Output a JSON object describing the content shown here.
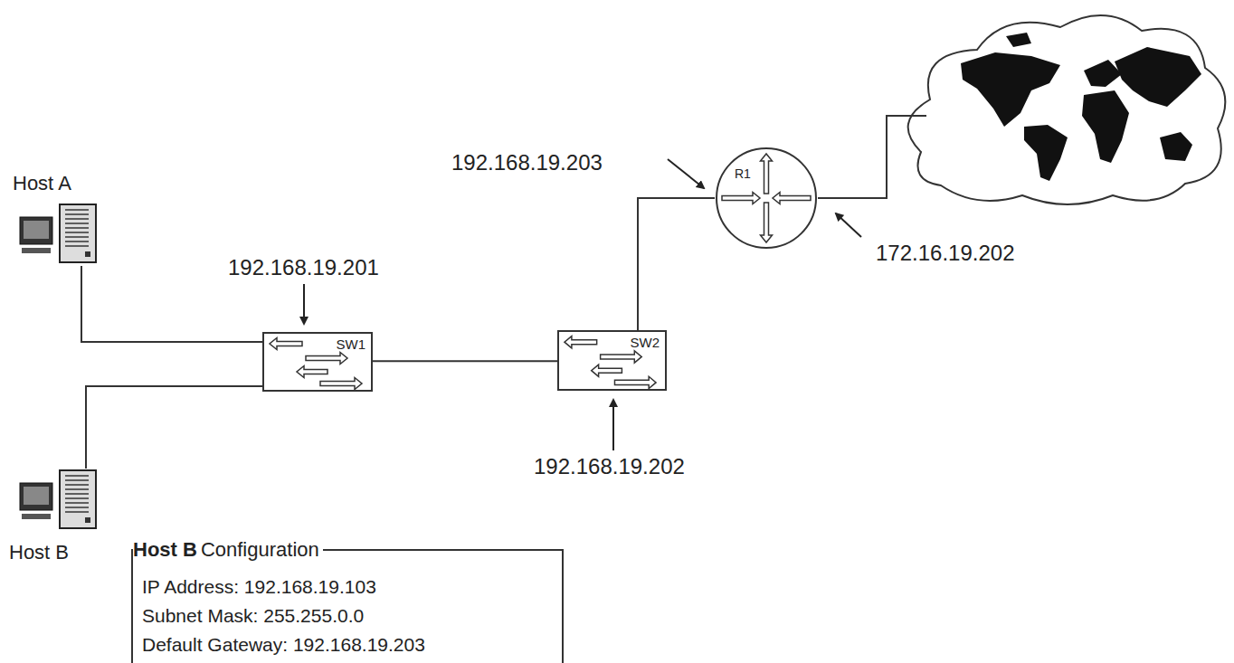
{
  "diagram": {
    "nodes": [
      {
        "text": [
          "Host A"
        ]
      },
      {
        "text": [
          "SW1"
        ]
      },
      {
        "text": [
          "SW2"
        ]
      },
      {
        "text": [
          "R1"
        ]
      },
      {
        "text": [
          "Host B"
        ]
      },
      {
        "text": [
          "Host B",
          "Configuration",
          "IP Address: 192.168.19.103",
          "Subnet Mask: 255.255.0.0",
          "Default Gateway: 192.168.19.203"
        ]
      }
    ],
    "edges": [
      {
        "from": 0,
        "to": 1,
        "arrow": "none"
      },
      {
        "from": 4,
        "to": 1,
        "arrow": "none"
      },
      {
        "from": 1,
        "to": 2,
        "arrow": "none"
      },
      {
        "from": 2,
        "to": 3,
        "arrow": "none"
      }
    ],
    "labels": [
      "192.168.19.203",
      "192.168.19.201",
      "172.16.19.202",
      "192.168.19.202"
    ]
  }
}
